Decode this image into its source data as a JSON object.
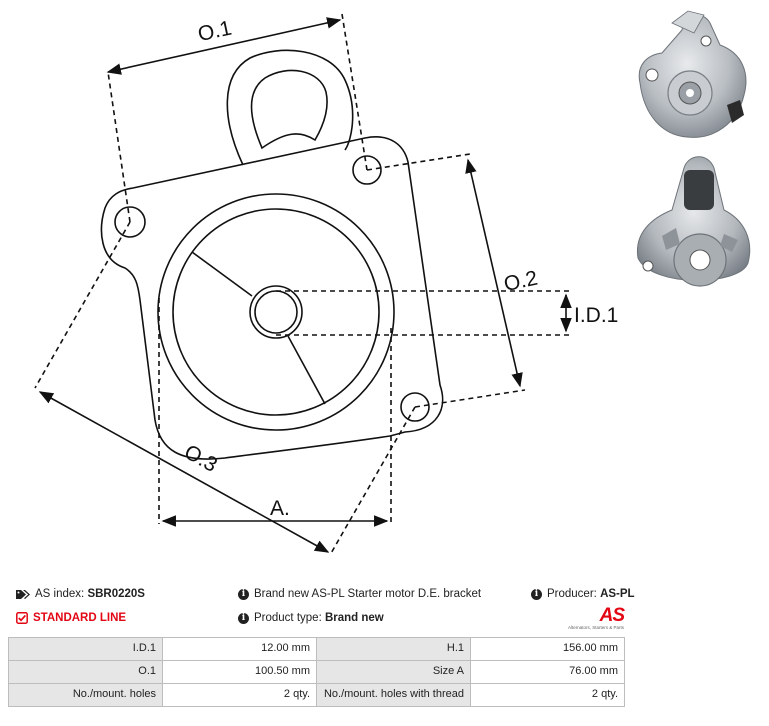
{
  "drawing": {
    "labels": {
      "o1": "O.1",
      "o2": "O.2",
      "o3": "O.3",
      "id1": "I.D.1",
      "a": "A."
    }
  },
  "photos": [
    {
      "name": "bracket-front-photo"
    },
    {
      "name": "bracket-back-photo"
    }
  ],
  "info": {
    "as_index_label": "AS index:",
    "as_index_value": "SBR0220S",
    "description": "Brand new AS-PL Starter motor D.E. bracket",
    "producer_label": "Producer:",
    "producer_value": "AS-PL",
    "line_label": "STANDARD LINE",
    "product_type_label": "Product type:",
    "product_type_value": "Brand new"
  },
  "logo": {
    "mark": "AS",
    "tagline": "Alternators, Starters & Parts"
  },
  "specs": [
    [
      "I.D.1",
      "12.00 mm",
      "H.1",
      "156.00 mm"
    ],
    [
      "O.1",
      "100.50 mm",
      "Size A",
      "76.00 mm"
    ],
    [
      "No./mount. holes",
      "2 qty.",
      "No./mount. holes with thread",
      "2 qty."
    ]
  ],
  "colors": {
    "accent": "#e30613",
    "table_label_bg": "#e6e6e6",
    "table_border": "#bdbdbd"
  }
}
